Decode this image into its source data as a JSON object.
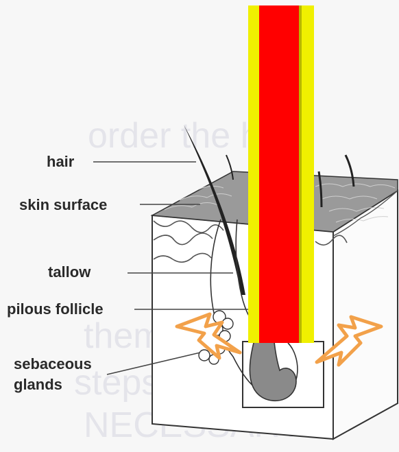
{
  "labels": {
    "hair": "hair",
    "skin_surface": "skin surface",
    "tallow": "tallow",
    "pilous_follicle": "pilous follicle",
    "sebaceous_line1": "sebaceous",
    "sebaceous_line2": "glands"
  },
  "colors": {
    "laser_core": "#ff0000",
    "laser_edge": "#f0f000",
    "bolt": "#f2a14a",
    "outline": "#333333",
    "skin_top": "#8e8e8e"
  },
  "icons": [
    "laser-beam",
    "lightning-bolt-icon"
  ]
}
